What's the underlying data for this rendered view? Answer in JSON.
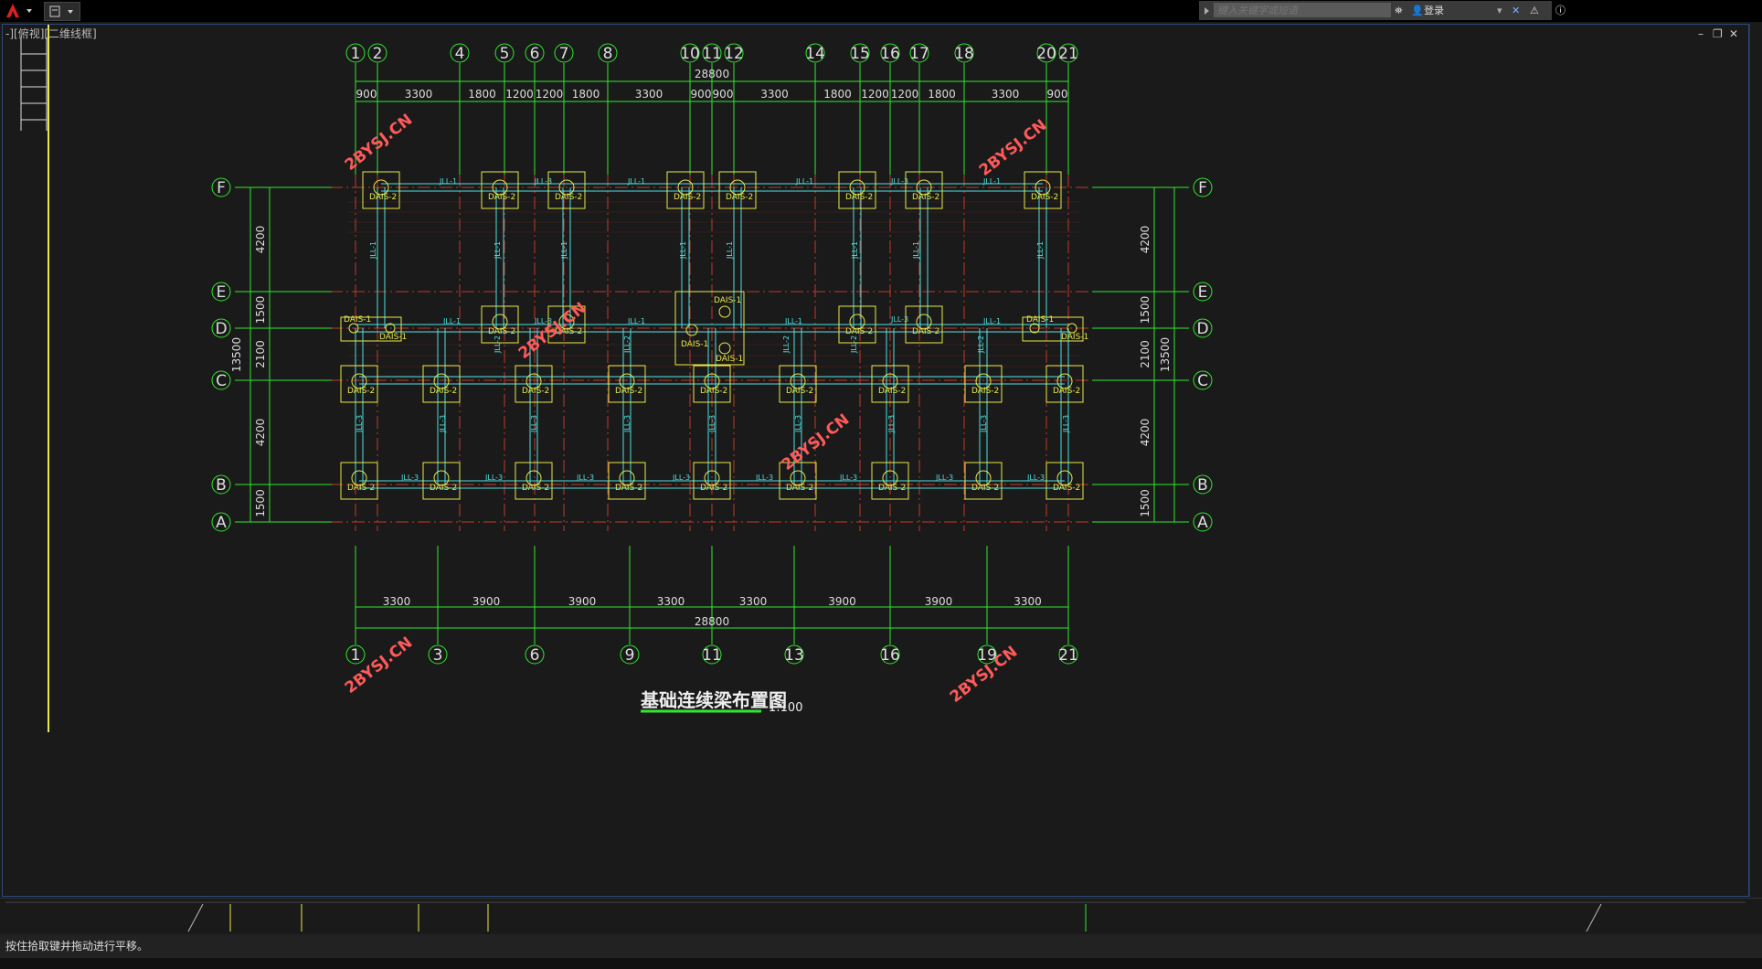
{
  "titlebar": {
    "search_placeholder": "键入关键字或短语",
    "login_label": "登录"
  },
  "viewport": {
    "label": "-][俯视][二维线框]"
  },
  "drawing": {
    "title": "基础连续梁布置图",
    "scale": "1:100",
    "top_axes": [
      "1",
      "2",
      "4",
      "5",
      "6",
      "7",
      "8",
      "10",
      "11",
      "12",
      "14",
      "15",
      "16",
      "17",
      "18",
      "20",
      "21"
    ],
    "bottom_axes": [
      "1",
      "3",
      "6",
      "9",
      "11",
      "13",
      "16",
      "19",
      "21"
    ],
    "row_axes": [
      "F",
      "E",
      "D",
      "C",
      "B",
      "A"
    ],
    "top_total": "28800",
    "top_dims": [
      "900",
      "3300",
      "1800",
      "1200",
      "1200",
      "1800",
      "3300",
      "900",
      "900",
      "3300",
      "1800",
      "1200",
      "1200",
      "1800",
      "3300",
      "900"
    ],
    "bottom_dims": [
      "3300",
      "3900",
      "3900",
      "3300",
      "3300",
      "3900",
      "3900",
      "3300"
    ],
    "bottom_total": "28800",
    "left_dims": [
      "4200",
      "1500",
      "2100",
      "4200",
      "1500"
    ],
    "left_total": "13500",
    "right_dims": [
      "4200",
      "1500",
      "2100",
      "4200",
      "1500"
    ],
    "right_total": "13500",
    "footing_label_2": "DAIS-2",
    "footing_label_1": "DAIS-1",
    "beam_labels": [
      "JLL-1",
      "JLL-2",
      "JLL-3"
    ],
    "watermark": "2BYSJ.CN"
  },
  "status": {
    "message": "按住拾取键并拖动进行平移。"
  },
  "colors": {
    "background": "#1a1a1a",
    "axis_green": "#2ee82e",
    "beam_cyan": "#4ee0e0",
    "footing_yellow": "#e8e84a",
    "centerline_red": "#c0392b",
    "watermark_red": "#ff5a5a"
  }
}
